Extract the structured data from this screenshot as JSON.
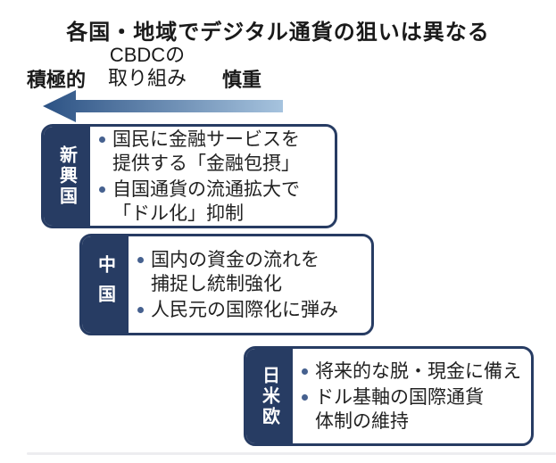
{
  "title": "各国・地域でデジタル通貨の狙いは異なる",
  "axis": {
    "left_label": "積極的",
    "center_label": "CBDCの\n取り組み",
    "right_label": "慎重"
  },
  "arrow": {
    "direction": "left",
    "gradient_left": "#2c5284",
    "gradient_right": "#a6c3de"
  },
  "colors": {
    "navy": "#273c63",
    "body_text": "#222222",
    "bullet_dot": "#46618f",
    "background": "#ffffff",
    "title_text": "#1a1a1a"
  },
  "boxes": [
    {
      "label": "新興国",
      "bullets": [
        "国民に金融サービスを\n提供する「金融包摂」",
        "自国通貨の流通拡大で\n「ドル化」抑制"
      ]
    },
    {
      "label": "中国",
      "bullets": [
        "国内の資金の流れを\n捕捉し統制強化",
        "人民元の国際化に弾み"
      ]
    },
    {
      "label": "日米欧",
      "bullets": [
        "将来的な脱・現金に備え",
        "ドル基軸の国際通貨\n体制の維持"
      ]
    }
  ]
}
